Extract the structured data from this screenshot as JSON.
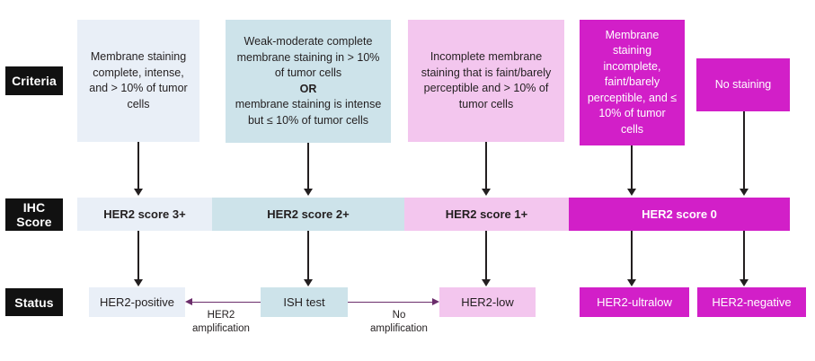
{
  "rows": {
    "criteria_label": "Criteria",
    "ihc_label": "IHC\nScore",
    "ihc_label_line1": "IHC",
    "ihc_label_line2": "Score",
    "status_label": "Status"
  },
  "criteria": [
    {
      "id": "criteria-her2-3plus",
      "text": "Membrane staining complete, intense, and > 10% of tumor cells",
      "bg": "#e9eff7",
      "color": "#231f20"
    },
    {
      "id": "criteria-her2-2plus",
      "text_before_or": "Weak-moderate complete membrane staining in > 10% of tumor cells",
      "or_text": "OR",
      "text_after_or": "membrane staining is intense but ≤ 10% of tumor cells",
      "bg": "#cde3ea",
      "color": "#231f20"
    },
    {
      "id": "criteria-her2-1plus",
      "text": "Incomplete membrane staining that is faint/barely perceptible and > 10% of tumor cells",
      "bg": "#f3c6ee",
      "color": "#231f20"
    },
    {
      "id": "criteria-her2-0-ultralow",
      "text": "Membrane staining incomplete, faint/barely perceptible, and ≤ 10% of tumor cells",
      "bg": "#d21fc8",
      "color": "#ffffff"
    },
    {
      "id": "criteria-her2-0-negative",
      "text": "No staining",
      "bg": "#d21fc8",
      "color": "#ffffff"
    }
  ],
  "ihc_scores": [
    {
      "id": "ihc-score-3plus",
      "label": "HER2 score 3+",
      "bg": "#e9eff7",
      "color": "#231f20"
    },
    {
      "id": "ihc-score-2plus",
      "label": "HER2 score 2+",
      "bg": "#cde3ea",
      "color": "#231f20"
    },
    {
      "id": "ihc-score-1plus",
      "label": "HER2 score 1+",
      "bg": "#f3c6ee",
      "color": "#231f20"
    },
    {
      "id": "ihc-score-0",
      "label": "HER2 score 0",
      "bg": "#d21fc8",
      "color": "#ffffff"
    }
  ],
  "status": [
    {
      "id": "status-her2-positive",
      "label": "HER2-positive",
      "bg": "#e9eff7",
      "color": "#231f20"
    },
    {
      "id": "status-ish-test",
      "label": "ISH test",
      "bg": "#cde3ea",
      "color": "#231f20"
    },
    {
      "id": "status-her2-low",
      "label": "HER2-low",
      "bg": "#f3c6ee",
      "color": "#231f20"
    },
    {
      "id": "status-her2-ultralow",
      "label": "HER2-ultralow",
      "bg": "#d21fc8",
      "color": "#ffffff"
    },
    {
      "id": "status-her2-negative",
      "label": "HER2-negative",
      "bg": "#d21fc8",
      "color": "#ffffff"
    }
  ],
  "edge_labels": {
    "amplification_line1": "HER2",
    "amplification_line2": "amplification",
    "no_amplification_line1": "No",
    "no_amplification_line2": "amplification"
  },
  "colors": {
    "blue_light": "#e9eff7",
    "blue_mid": "#cde3ea",
    "pink_light": "#f3c6ee",
    "magenta": "#d21fc8",
    "label_black": "#111111",
    "line_black": "#231f20",
    "line_purple": "#6b2d6b",
    "page_bg": "#ffffff"
  }
}
